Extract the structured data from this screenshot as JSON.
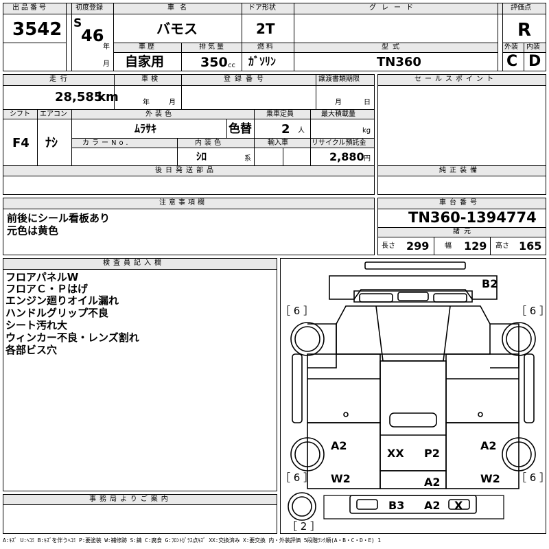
{
  "top": {
    "lot_label": "出品番号",
    "lot_value": "3542",
    "first_reg_label": "初度登録",
    "era": "S",
    "year": "46",
    "year_unit": "年",
    "month_unit": "月",
    "name_label": "車名",
    "name_value": "バモス",
    "door_label": "ドア形状",
    "door_value": "2T",
    "grade_label": "グレード",
    "grade_value": "",
    "score_label": "評価点",
    "score_value": "R",
    "history_label": "車歴",
    "history_value": "自家用",
    "disp_label": "排気量",
    "disp_value": "350",
    "disp_unit": "cc",
    "fuel_label": "燃料",
    "fuel_value": "ｶﾞｿﾘﾝ",
    "model_label": "型式",
    "model_value": "TN360",
    "ext_label": "外装",
    "ext_value": "C",
    "int_label": "内装",
    "int_value": "D"
  },
  "mid": {
    "mileage_label": "走行",
    "mileage_value": "28,585",
    "mileage_unit": "km",
    "inspection_label": "車検",
    "insp_year_unit": "年",
    "insp_month_unit": "月",
    "regno_label": "登録番号",
    "transfer_label": "譲渡書類期限",
    "transfer_month": "月",
    "transfer_day": "日",
    "shift_label": "シフト",
    "shift_value": "F4",
    "ac_label": "エアコン",
    "ac_value": "ﾅｼ",
    "color_label": "外装色",
    "color_value": "ﾑﾗｻｷ",
    "color_change": "色替",
    "capacity_label": "乗車定員",
    "capacity_value": "2",
    "capacity_unit": "人",
    "load_label": "最大積載量",
    "load_unit": "kg",
    "colorno_label": "カラーNo.",
    "interior_color_label": "内装色",
    "interior_color_value": "ｼﾛ",
    "interior_color_unit": "系",
    "import_label": "輸入車",
    "recycle_label": "リサイクル預託金",
    "recycle_value": "2,880",
    "recycle_unit": "円",
    "later_parts_label": "後日発送部品"
  },
  "right": {
    "sales_points_label": "セールスポイント",
    "genuine_label": "純正装備",
    "chassis_label": "車台番号",
    "chassis_value": "TN360-1394774",
    "dims_label": "諸元",
    "length_label": "長さ",
    "length_value": "299",
    "width_label": "幅",
    "width_value": "129",
    "height_label": "高さ",
    "height_value": "165"
  },
  "caution": {
    "label": "注意事項欄",
    "lines": [
      "前後にシール看板あり",
      "元色は黄色"
    ]
  },
  "inspector": {
    "label": "検査員記入欄",
    "lines": [
      "フロアパネルW",
      "フロアＣ・Ｐはげ",
      "エンジン廻りオイル漏れ",
      "ハンドルグリップ不良",
      "シート汚れ大",
      "ウィンカー不良・レンズ割れ",
      "各部ビス穴"
    ]
  },
  "office": {
    "label": "事務局よりご案内"
  },
  "diagram": {
    "marks": {
      "b2": "B2",
      "a2_left": "A2",
      "w2_left": "W2",
      "xx": "XX",
      "p2": "P2",
      "a2_right": "A2",
      "w2_right": "W2",
      "a2_center": "A2",
      "b3": "B3",
      "a2_bottom": "A2",
      "x": "X"
    },
    "tires": {
      "fl": "［ 6 ］",
      "fr": "［ 6 ］",
      "rl": "［ 6 ］",
      "rr": "［ 6 ］",
      "spare": "［ 2 ］"
    }
  },
  "legend": "A:ｷｽﾞ U:ﾍｺﾐ B:ｷｽﾞを伴うﾍｺﾐ P:要塗装 W:補修跡 S:錆 C:腐食 G:ﾌﾛﾝﾄｶﾞﾗｽ点ｷｽﾞ XX:交換済み X:要交換 内・外装評価 5段階ﾗﾝｸ順(A・B・C・D・E) 1"
}
